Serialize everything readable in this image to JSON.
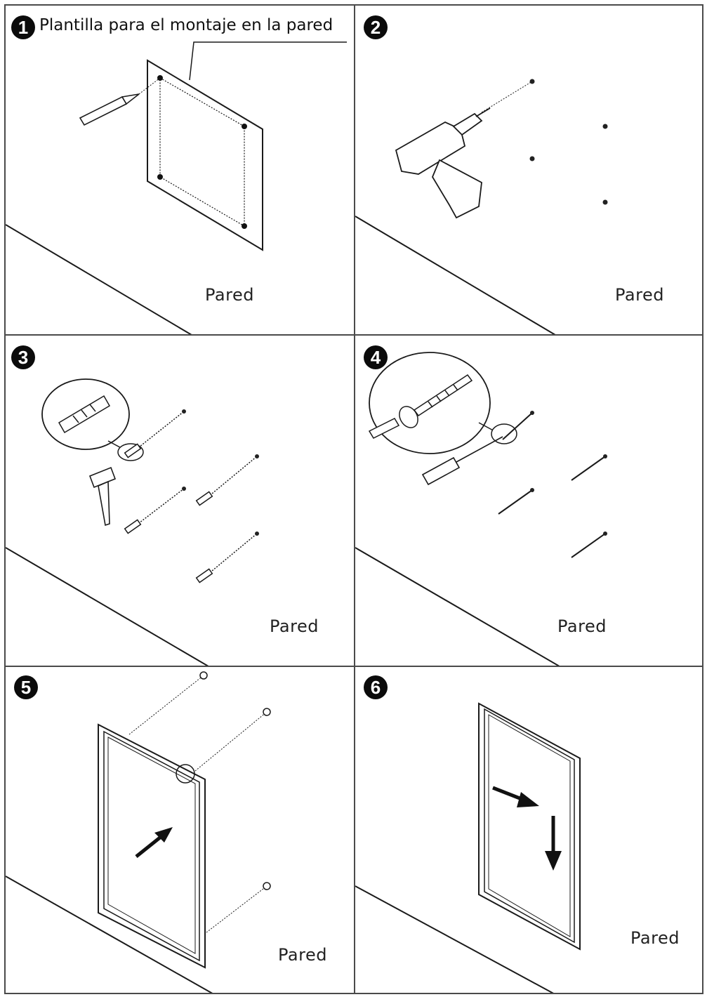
{
  "steps": [
    {
      "number": "1",
      "caption": "Plantilla para el montaje en la pared",
      "wall_label": "Pared"
    },
    {
      "number": "2",
      "wall_label": "Pared"
    },
    {
      "number": "3",
      "wall_label": "Pared"
    },
    {
      "number": "4",
      "wall_label": "Pared"
    },
    {
      "number": "5",
      "wall_label": "Pared"
    },
    {
      "number": "6",
      "wall_label": "Pared"
    }
  ],
  "colors": {
    "line": "#1a1a1a",
    "border": "#4a4a4a",
    "badge": "#0b0b0b"
  }
}
